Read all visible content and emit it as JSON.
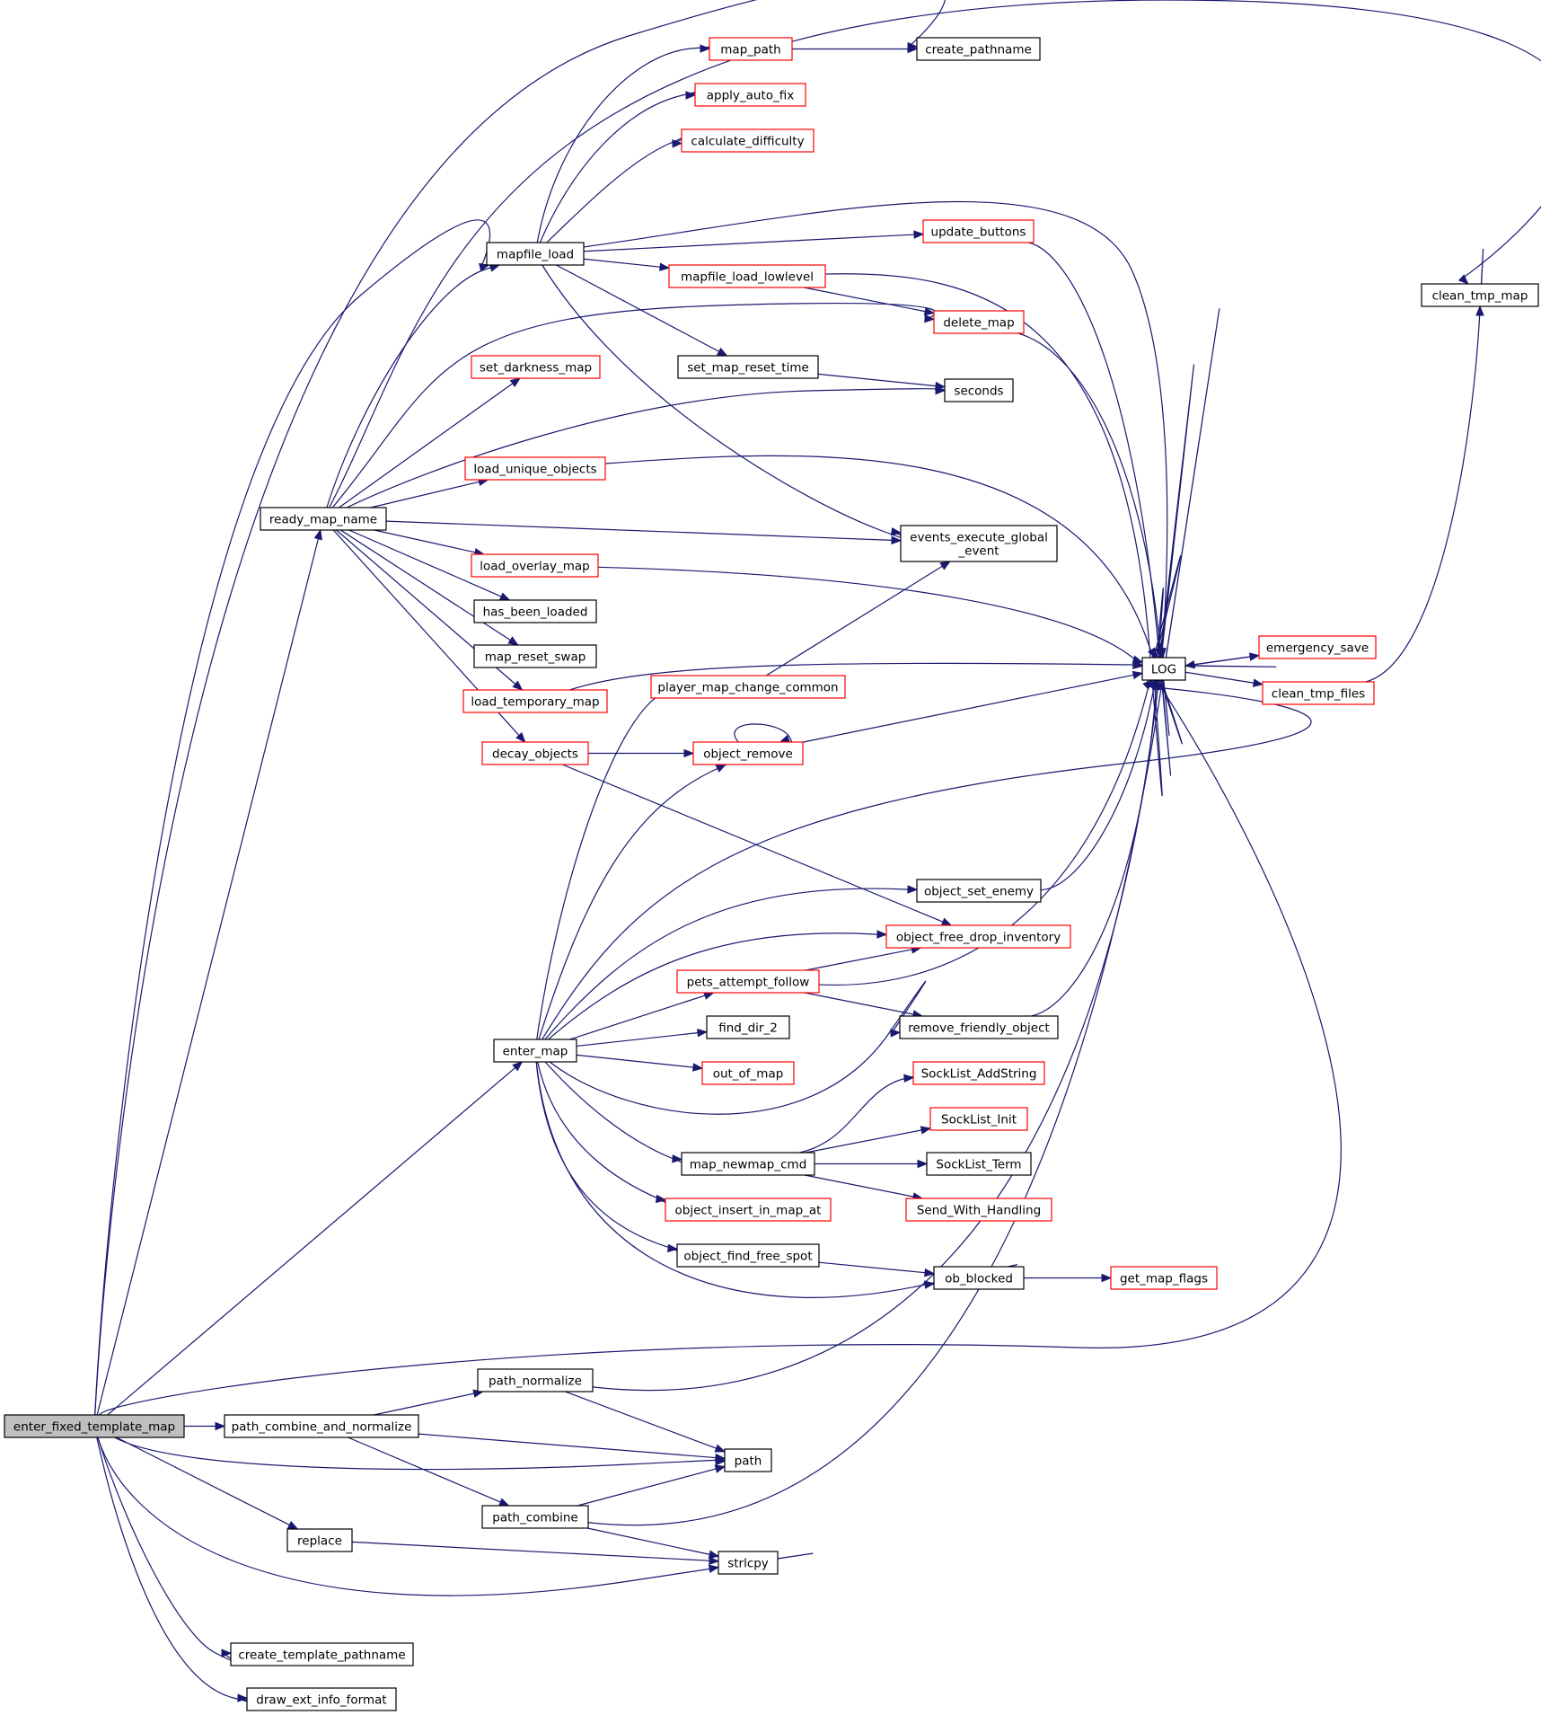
{
  "colors": {
    "edge": "#191970",
    "node_border": "#000000",
    "node_border_truncated": "#ff0000",
    "node_fill": "#ffffff",
    "root_fill": "#bfbfbf"
  },
  "nodes": {
    "enter_fixed_template_map": {
      "label": "enter_fixed_template_map",
      "style": "root"
    },
    "ready_map_name": {
      "label": "ready_map_name",
      "style": "black"
    },
    "enter_map": {
      "label": "enter_map",
      "style": "black"
    },
    "path_combine_and_normalize": {
      "label": "path_combine_and_normalize",
      "style": "black"
    },
    "replace": {
      "label": "replace",
      "style": "black"
    },
    "create_template_pathname": {
      "label": "create_template_pathname",
      "style": "black"
    },
    "draw_ext_info_format": {
      "label": "draw_ext_info_format",
      "style": "black"
    },
    "mapfile_load": {
      "label": "mapfile_load",
      "style": "black"
    },
    "set_darkness_map": {
      "label": "set_darkness_map",
      "style": "red"
    },
    "load_unique_objects": {
      "label": "load_unique_objects",
      "style": "red"
    },
    "load_overlay_map": {
      "label": "load_overlay_map",
      "style": "red"
    },
    "has_been_loaded": {
      "label": "has_been_loaded",
      "style": "black"
    },
    "map_reset_swap": {
      "label": "map_reset_swap",
      "style": "black"
    },
    "load_temporary_map": {
      "label": "load_temporary_map",
      "style": "red"
    },
    "decay_objects": {
      "label": "decay_objects",
      "style": "red"
    },
    "path_normalize": {
      "label": "path_normalize",
      "style": "black"
    },
    "path_combine": {
      "label": "path_combine",
      "style": "black"
    },
    "map_path": {
      "label": "map_path",
      "style": "red"
    },
    "apply_auto_fix": {
      "label": "apply_auto_fix",
      "style": "red"
    },
    "calculate_difficulty": {
      "label": "calculate_difficulty",
      "style": "red"
    },
    "mapfile_load_lowlevel": {
      "label": "mapfile_load_lowlevel",
      "style": "red"
    },
    "set_map_reset_time": {
      "label": "set_map_reset_time",
      "style": "black"
    },
    "player_map_change_common": {
      "label": "player_map_change_common",
      "style": "red"
    },
    "object_remove": {
      "label": "object_remove",
      "style": "red"
    },
    "pets_attempt_follow": {
      "label": "pets_attempt_follow",
      "style": "red"
    },
    "find_dir_2": {
      "label": "find_dir_2",
      "style": "black"
    },
    "out_of_map": {
      "label": "out_of_map",
      "style": "red"
    },
    "map_newmap_cmd": {
      "label": "map_newmap_cmd",
      "style": "black"
    },
    "object_insert_in_map_at": {
      "label": "object_insert_in_map_at",
      "style": "red"
    },
    "object_find_free_spot": {
      "label": "object_find_free_spot",
      "style": "black"
    },
    "path": {
      "label": "path",
      "style": "black"
    },
    "strlcpy": {
      "label": "strlcpy",
      "style": "black"
    },
    "create_pathname": {
      "label": "create_pathname",
      "style": "black"
    },
    "update_buttons": {
      "label": "update_buttons",
      "style": "red"
    },
    "delete_map": {
      "label": "delete_map",
      "style": "red"
    },
    "seconds": {
      "label": "seconds",
      "style": "black"
    },
    "events_execute_global_event": {
      "label": [
        "events_execute_global",
        "_event"
      ],
      "style": "black"
    },
    "object_set_enemy": {
      "label": "object_set_enemy",
      "style": "black"
    },
    "object_free_drop_inventory": {
      "label": "object_free_drop_inventory",
      "style": "red"
    },
    "remove_friendly_object": {
      "label": "remove_friendly_object",
      "style": "black"
    },
    "SockList_AddString": {
      "label": "SockList_AddString",
      "style": "red"
    },
    "SockList_Init": {
      "label": "SockList_Init",
      "style": "red"
    },
    "SockList_Term": {
      "label": "SockList_Term",
      "style": "black"
    },
    "Send_With_Handling": {
      "label": "Send_With_Handling",
      "style": "red"
    },
    "ob_blocked": {
      "label": "ob_blocked",
      "style": "black"
    },
    "LOG": {
      "label": "LOG",
      "style": "black"
    },
    "get_map_flags": {
      "label": "get_map_flags",
      "style": "red"
    },
    "emergency_save": {
      "label": "emergency_save",
      "style": "red"
    },
    "clean_tmp_files": {
      "label": "clean_tmp_files",
      "style": "red"
    },
    "clean_tmp_map": {
      "label": "clean_tmp_map",
      "style": "black"
    }
  },
  "edges": [
    [
      "enter_fixed_template_map",
      "ready_map_name"
    ],
    [
      "enter_fixed_template_map",
      "enter_map"
    ],
    [
      "enter_fixed_template_map",
      "path_combine_and_normalize"
    ],
    [
      "enter_fixed_template_map",
      "replace"
    ],
    [
      "enter_fixed_template_map",
      "create_template_pathname"
    ],
    [
      "enter_fixed_template_map",
      "draw_ext_info_format"
    ],
    [
      "enter_fixed_template_map",
      "mapfile_load"
    ],
    [
      "enter_fixed_template_map",
      "create_pathname"
    ],
    [
      "enter_fixed_template_map",
      "LOG"
    ],
    [
      "enter_fixed_template_map",
      "path"
    ],
    [
      "enter_fixed_template_map",
      "strlcpy"
    ],
    [
      "ready_map_name",
      "mapfile_load"
    ],
    [
      "ready_map_name",
      "set_darkness_map"
    ],
    [
      "ready_map_name",
      "load_unique_objects"
    ],
    [
      "ready_map_name",
      "load_overlay_map"
    ],
    [
      "ready_map_name",
      "has_been_loaded"
    ],
    [
      "ready_map_name",
      "map_reset_swap"
    ],
    [
      "ready_map_name",
      "load_temporary_map"
    ],
    [
      "ready_map_name",
      "decay_objects"
    ],
    [
      "ready_map_name",
      "delete_map"
    ],
    [
      "ready_map_name",
      "seconds"
    ],
    [
      "ready_map_name",
      "events_execute_global_event"
    ],
    [
      "ready_map_name",
      "clean_tmp_map"
    ],
    [
      "mapfile_load",
      "map_path"
    ],
    [
      "mapfile_load",
      "apply_auto_fix"
    ],
    [
      "mapfile_load",
      "calculate_difficulty"
    ],
    [
      "mapfile_load",
      "update_buttons"
    ],
    [
      "mapfile_load",
      "mapfile_load_lowlevel"
    ],
    [
      "mapfile_load",
      "set_map_reset_time"
    ],
    [
      "mapfile_load",
      "events_execute_global_event"
    ],
    [
      "mapfile_load",
      "LOG"
    ],
    [
      "map_path",
      "create_pathname"
    ],
    [
      "mapfile_load_lowlevel",
      "delete_map"
    ],
    [
      "mapfile_load_lowlevel",
      "LOG"
    ],
    [
      "set_map_reset_time",
      "seconds"
    ],
    [
      "update_buttons",
      "LOG"
    ],
    [
      "delete_map",
      "LOG"
    ],
    [
      "load_unique_objects",
      "LOG"
    ],
    [
      "load_overlay_map",
      "LOG"
    ],
    [
      "load_temporary_map",
      "LOG"
    ],
    [
      "decay_objects",
      "object_remove"
    ],
    [
      "decay_objects",
      "object_free_drop_inventory"
    ],
    [
      "object_remove",
      "object_remove"
    ],
    [
      "object_remove",
      "LOG"
    ],
    [
      "player_map_change_common",
      "events_execute_global_event"
    ],
    [
      "enter_map",
      "player_map_change_common"
    ],
    [
      "enter_map",
      "object_remove"
    ],
    [
      "enter_map",
      "LOG"
    ],
    [
      "enter_map",
      "object_set_enemy"
    ],
    [
      "enter_map",
      "object_free_drop_inventory"
    ],
    [
      "enter_map",
      "pets_attempt_follow"
    ],
    [
      "enter_map",
      "find_dir_2"
    ],
    [
      "enter_map",
      "out_of_map"
    ],
    [
      "enter_map",
      "remove_friendly_object"
    ],
    [
      "enter_map",
      "map_newmap_cmd"
    ],
    [
      "enter_map",
      "object_insert_in_map_at"
    ],
    [
      "enter_map",
      "object_find_free_spot"
    ],
    [
      "enter_map",
      "ob_blocked"
    ],
    [
      "pets_attempt_follow",
      "object_free_drop_inventory"
    ],
    [
      "pets_attempt_follow",
      "LOG"
    ],
    [
      "pets_attempt_follow",
      "remove_friendly_object"
    ],
    [
      "object_set_enemy",
      "LOG"
    ],
    [
      "remove_friendly_object",
      "LOG"
    ],
    [
      "map_newmap_cmd",
      "SockList_AddString"
    ],
    [
      "map_newmap_cmd",
      "SockList_Init"
    ],
    [
      "map_newmap_cmd",
      "SockList_Term"
    ],
    [
      "map_newmap_cmd",
      "Send_With_Handling"
    ],
    [
      "object_find_free_spot",
      "ob_blocked"
    ],
    [
      "ob_blocked",
      "get_map_flags"
    ],
    [
      "LOG",
      "emergency_save"
    ],
    [
      "LOG",
      "clean_tmp_files"
    ],
    [
      "emergency_save",
      "LOG"
    ],
    [
      "clean_tmp_files",
      "clean_tmp_map"
    ],
    [
      "path_combine_and_normalize",
      "path_normalize"
    ],
    [
      "path_combine_and_normalize",
      "path"
    ],
    [
      "path_combine_and_normalize",
      "path_combine"
    ],
    [
      "path_normalize",
      "path"
    ],
    [
      "path_normalize",
      "LOG"
    ],
    [
      "path_combine",
      "path"
    ],
    [
      "path_combine",
      "strlcpy"
    ],
    [
      "path_combine",
      "LOG"
    ],
    [
      "replace",
      "strlcpy"
    ]
  ]
}
